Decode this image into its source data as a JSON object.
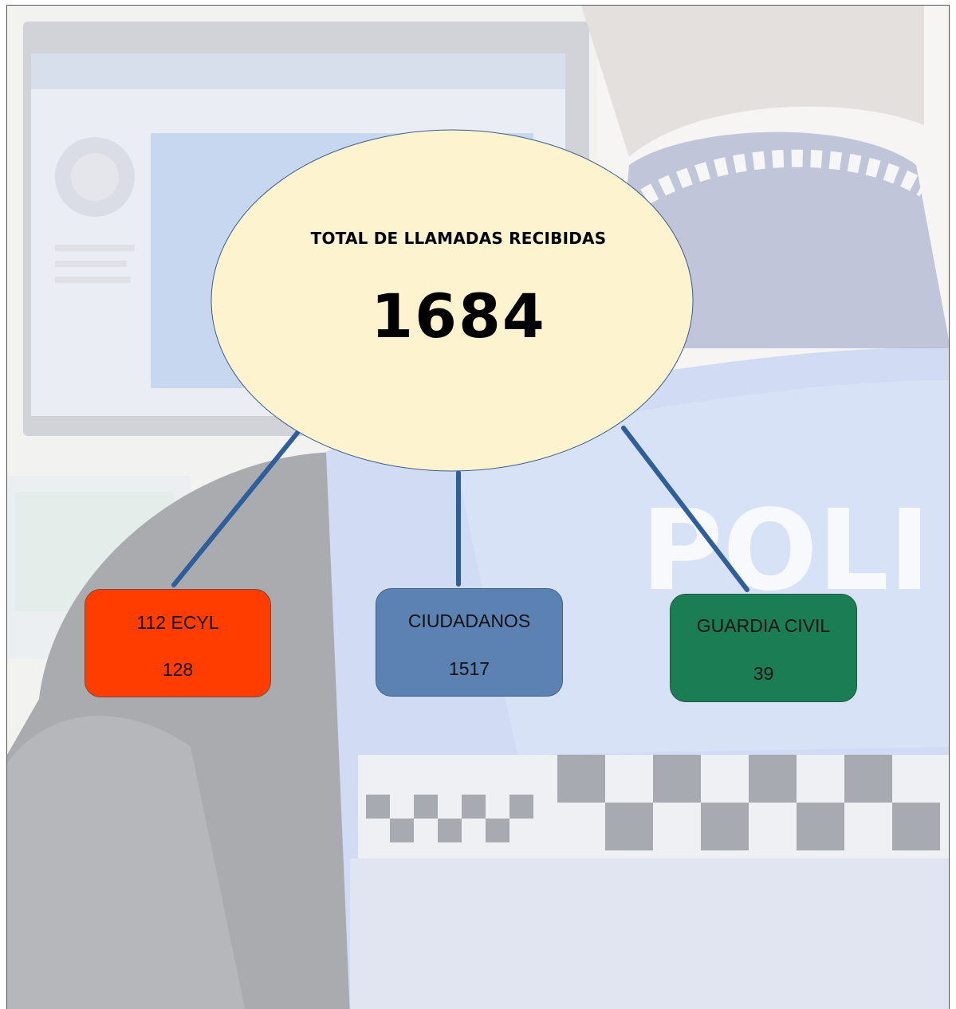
{
  "background": {
    "description_icon": "police-officer-photo",
    "photo_lettering": "POLI"
  },
  "colors": {
    "ellipse_fill": "#fdf4cf",
    "connector": "#2e5e9c",
    "box_112": "#ff3d00",
    "box_ciudadanos": "#5b82b3",
    "box_guardia": "#1a7d54"
  },
  "total": {
    "label": "TOTAL DE LLAMADAS RECIBIDAS",
    "value": "1684"
  },
  "sources": [
    {
      "label": "112 ECYL",
      "value": "128"
    },
    {
      "label": "CIUDADANOS",
      "value": "1517"
    },
    {
      "label": "GUARDIA CIVIL",
      "value": "39"
    }
  ]
}
